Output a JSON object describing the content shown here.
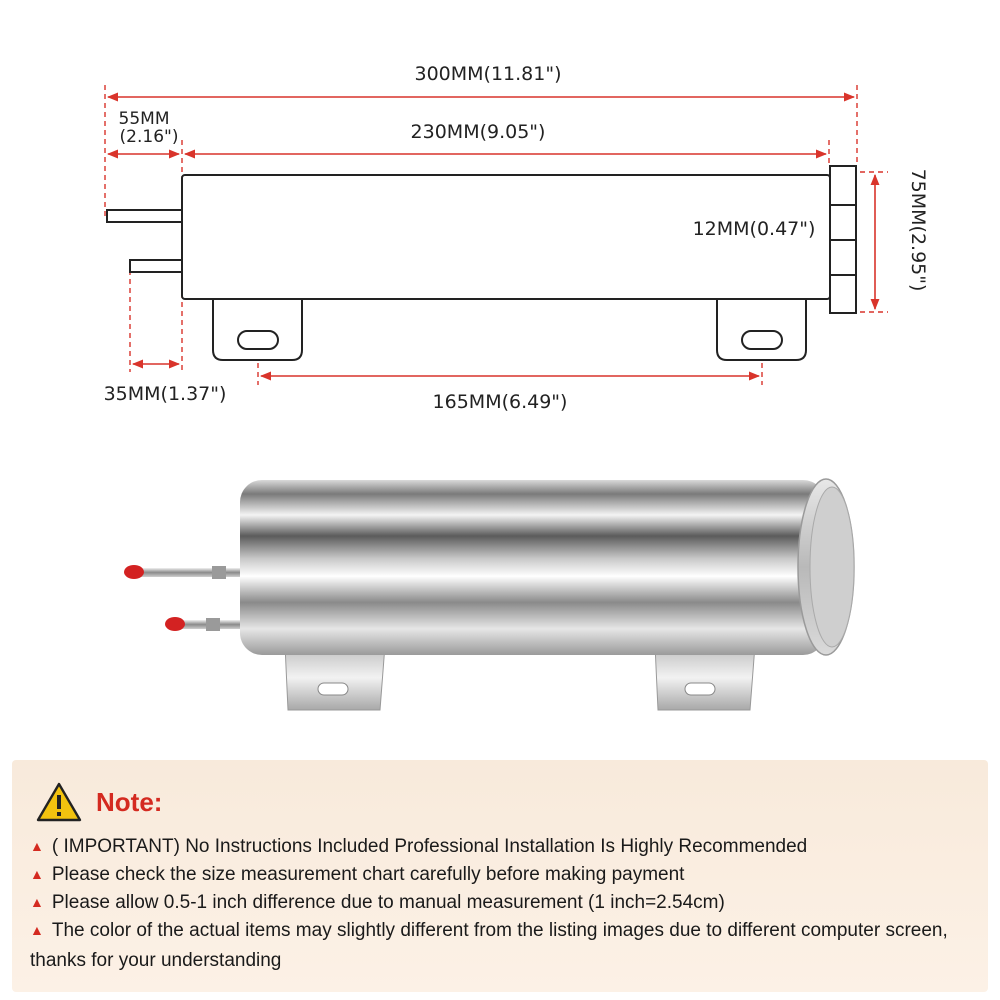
{
  "dimensions": {
    "overall_length": "300MM(11.81\")",
    "inlet_offset_mm": "55MM",
    "inlet_offset_in": "(2.16\")",
    "body_length": "230MM(9.05\")",
    "slot_width": "12MM(0.47\")",
    "diameter": "75MM(2.95\")",
    "tube_offset": "35MM(1.37\")",
    "mount_spacing": "165MM(6.49\")"
  },
  "note": {
    "title": "Note:",
    "warning_icon": "warning-triangle-icon",
    "accent_color": "#d42a20",
    "items": [
      "( IMPORTANT) No Instructions Included Professional Installation Is Highly Recommended",
      "Please check the size measurement chart carefully before making payment",
      "Please allow 0.5-1 inch difference due to manual measurement (1 inch=2.54cm)",
      "The color of the actual items may slightly different from the listing images due to different computer screen, thanks for your understanding"
    ]
  }
}
